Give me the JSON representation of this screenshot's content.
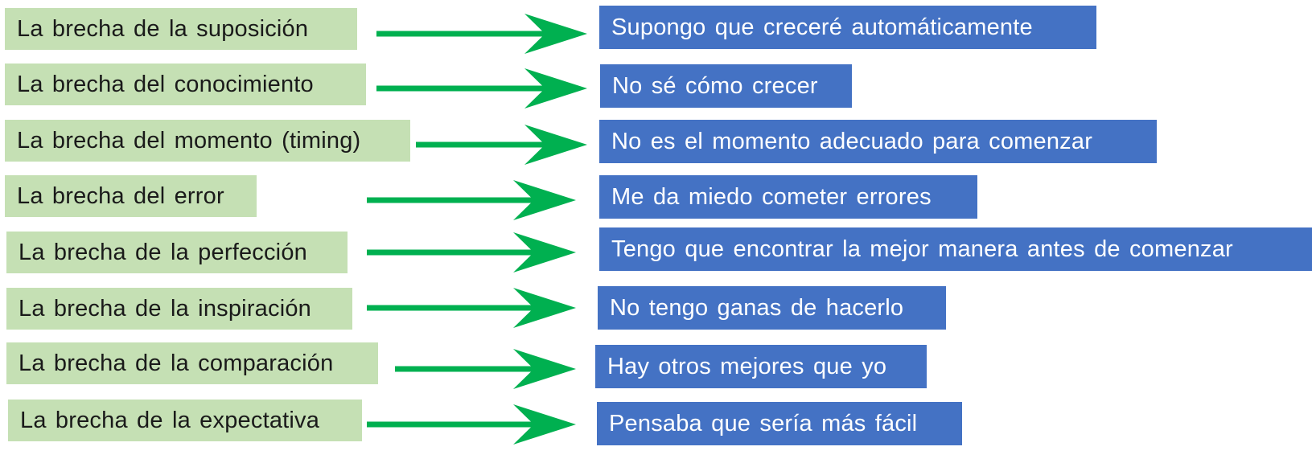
{
  "colors": {
    "gap_fill": "#c5e0b4",
    "belief_fill": "#4472c4",
    "arrow": "#00b050",
    "gap_text": "#1a1a1a",
    "belief_text": "#ffffff"
  },
  "icons": {
    "arrow": "right-arrow-icon"
  },
  "rows": [
    {
      "gap": "La brecha de la suposición",
      "belief": "Supongo que creceré automáticamente"
    },
    {
      "gap": "La brecha del conocimiento",
      "belief": "No sé cómo crecer"
    },
    {
      "gap": "La brecha del momento (timing)",
      "belief": "No es el momento adecuado para comenzar"
    },
    {
      "gap": "La brecha del error",
      "belief": "Me da miedo cometer errores"
    },
    {
      "gap": "La brecha de la perfección",
      "belief": "Tengo que encontrar la mejor manera antes de comenzar"
    },
    {
      "gap": "La brecha de la inspiración",
      "belief": "No tengo ganas de hacerlo"
    },
    {
      "gap": "La brecha de la comparación",
      "belief": "Hay otros mejores que yo"
    },
    {
      "gap": "La brecha de la expectativa",
      "belief": "Pensaba que sería más fácil"
    }
  ]
}
